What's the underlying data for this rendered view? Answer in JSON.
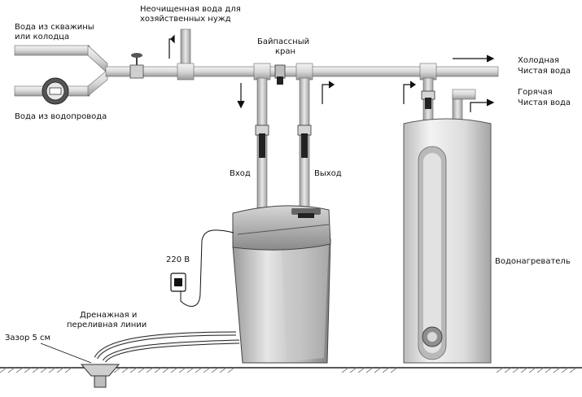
{
  "labels": {
    "well_line1": "Вода из скважины",
    "well_line2": "или колодца",
    "mains": "Вода из водопровода",
    "untreated_line1": "Неочищенная вода для",
    "untreated_line2": "хозяйственных нужд",
    "bypass_line1": "Байпассный",
    "bypass_line2": "кран",
    "cold_line1": "Холодная",
    "cold_line2": "Чистая вода",
    "hot_line1": "Горячая",
    "hot_line2": "Чистая вода",
    "inlet": "Вход",
    "outlet": "Выход",
    "voltage": "220 В",
    "heater": "Водонагреватель",
    "drain_line1": "Дренажная и",
    "drain_line2": "переливная линии",
    "gap": "Зазор 5 см"
  },
  "icons": [
    "water-meter-icon",
    "valve-icon",
    "power-outlet-icon",
    "flow-arrow-icon",
    "floor-drain-icon"
  ]
}
